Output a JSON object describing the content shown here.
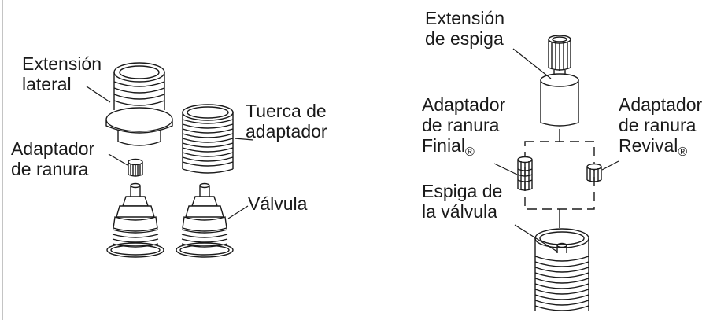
{
  "colors": {
    "ink": "#1a1a1a",
    "background": "#ffffff"
  },
  "left": {
    "extension_lateral": [
      "Extensión",
      "lateral"
    ],
    "groove_adapter": [
      "Adaptador",
      "de ranura"
    ],
    "adapter_nut": [
      "Tuerca de",
      "adaptador"
    ],
    "valve": "Válvula"
  },
  "right": {
    "stem_extension": [
      "Extensión",
      "de espiga"
    ],
    "finial_adapter": [
      "Adaptador",
      "de ranura",
      "Finial"
    ],
    "revival_adapter": [
      "Adaptador",
      "de ranura",
      "Revival"
    ],
    "registered_mark": "®",
    "valve_stem": [
      "Espiga de",
      "la válvula"
    ]
  }
}
